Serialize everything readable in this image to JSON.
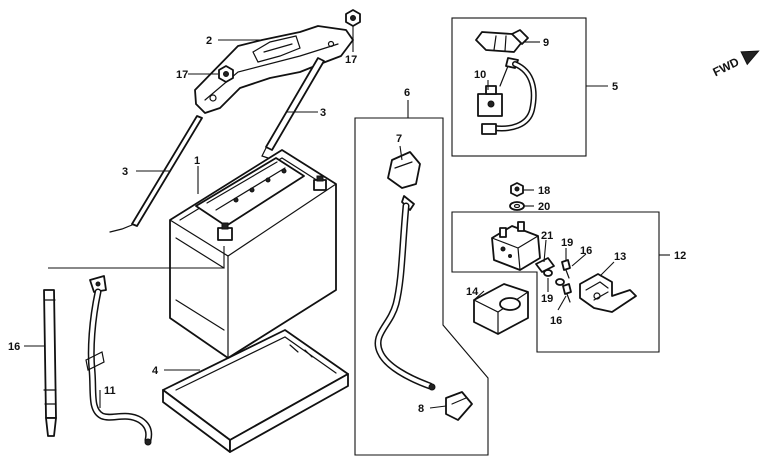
{
  "callouts": {
    "c1": "1",
    "c2": "2",
    "c3a": "3",
    "c3b": "3",
    "c4": "4",
    "c5": "5",
    "c6": "6",
    "c7": "7",
    "c8": "8",
    "c9": "9",
    "c10": "10",
    "c11": "11",
    "c12": "12",
    "c13": "13",
    "c14": "14",
    "c16a": "16",
    "c16b": "16",
    "c16c": "16",
    "c17a": "17",
    "c17b": "17",
    "c18": "18",
    "c19a": "19",
    "c19b": "19",
    "c20": "20",
    "c21": "21"
  },
  "fwd_label": "FWD"
}
